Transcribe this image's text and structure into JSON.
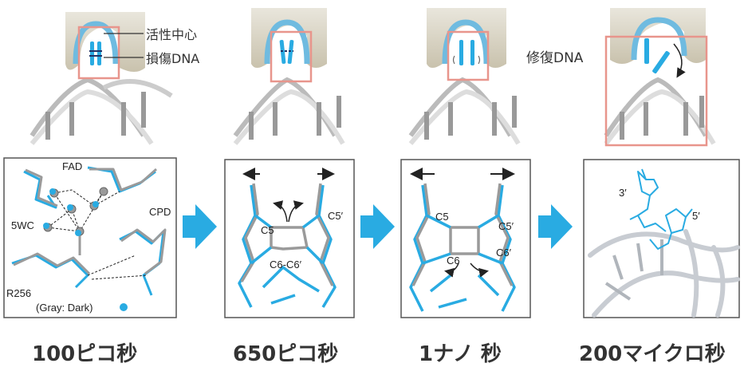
{
  "top_labels": {
    "active_center": "活性中心",
    "damaged_dna": "損傷DNA",
    "repaired_dna": "修復DNA"
  },
  "panel1": {
    "fad": "FAD",
    "cpd": "CPD",
    "wc": "5WC",
    "r256": "R256",
    "note": "(Gray: Dark)"
  },
  "panel2": {
    "c5": "C5",
    "c5p": "C5′",
    "c6c6": "C6-C6′"
  },
  "panel3": {
    "c5": "C5",
    "c5p": "C5′",
    "c6": "C6",
    "c6p": "C6′"
  },
  "panel4": {
    "three_prime": "3′",
    "five_prime": "5′"
  },
  "times": [
    "100ピコ秒",
    "650ピコ秒",
    "1ナノ 秒",
    "200マイクロ秒"
  ],
  "colors": {
    "accent": "#29abe2",
    "highlight": "#e8958c",
    "gray": "#9a9a9a",
    "protein": "#d8d2c0"
  }
}
